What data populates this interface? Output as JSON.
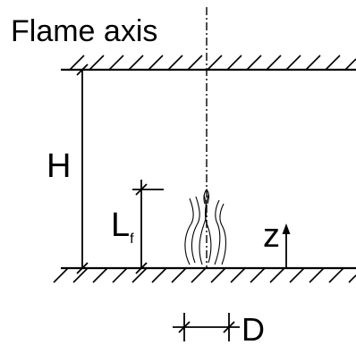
{
  "diagram": {
    "title": "Flame axis",
    "labels": {
      "height": "H",
      "flame_length": "L",
      "flame_length_subscript": "f",
      "vertical_coordinate": "z",
      "diameter": "D"
    },
    "colors": {
      "ink": "#000000",
      "background": "#ffffff"
    }
  }
}
